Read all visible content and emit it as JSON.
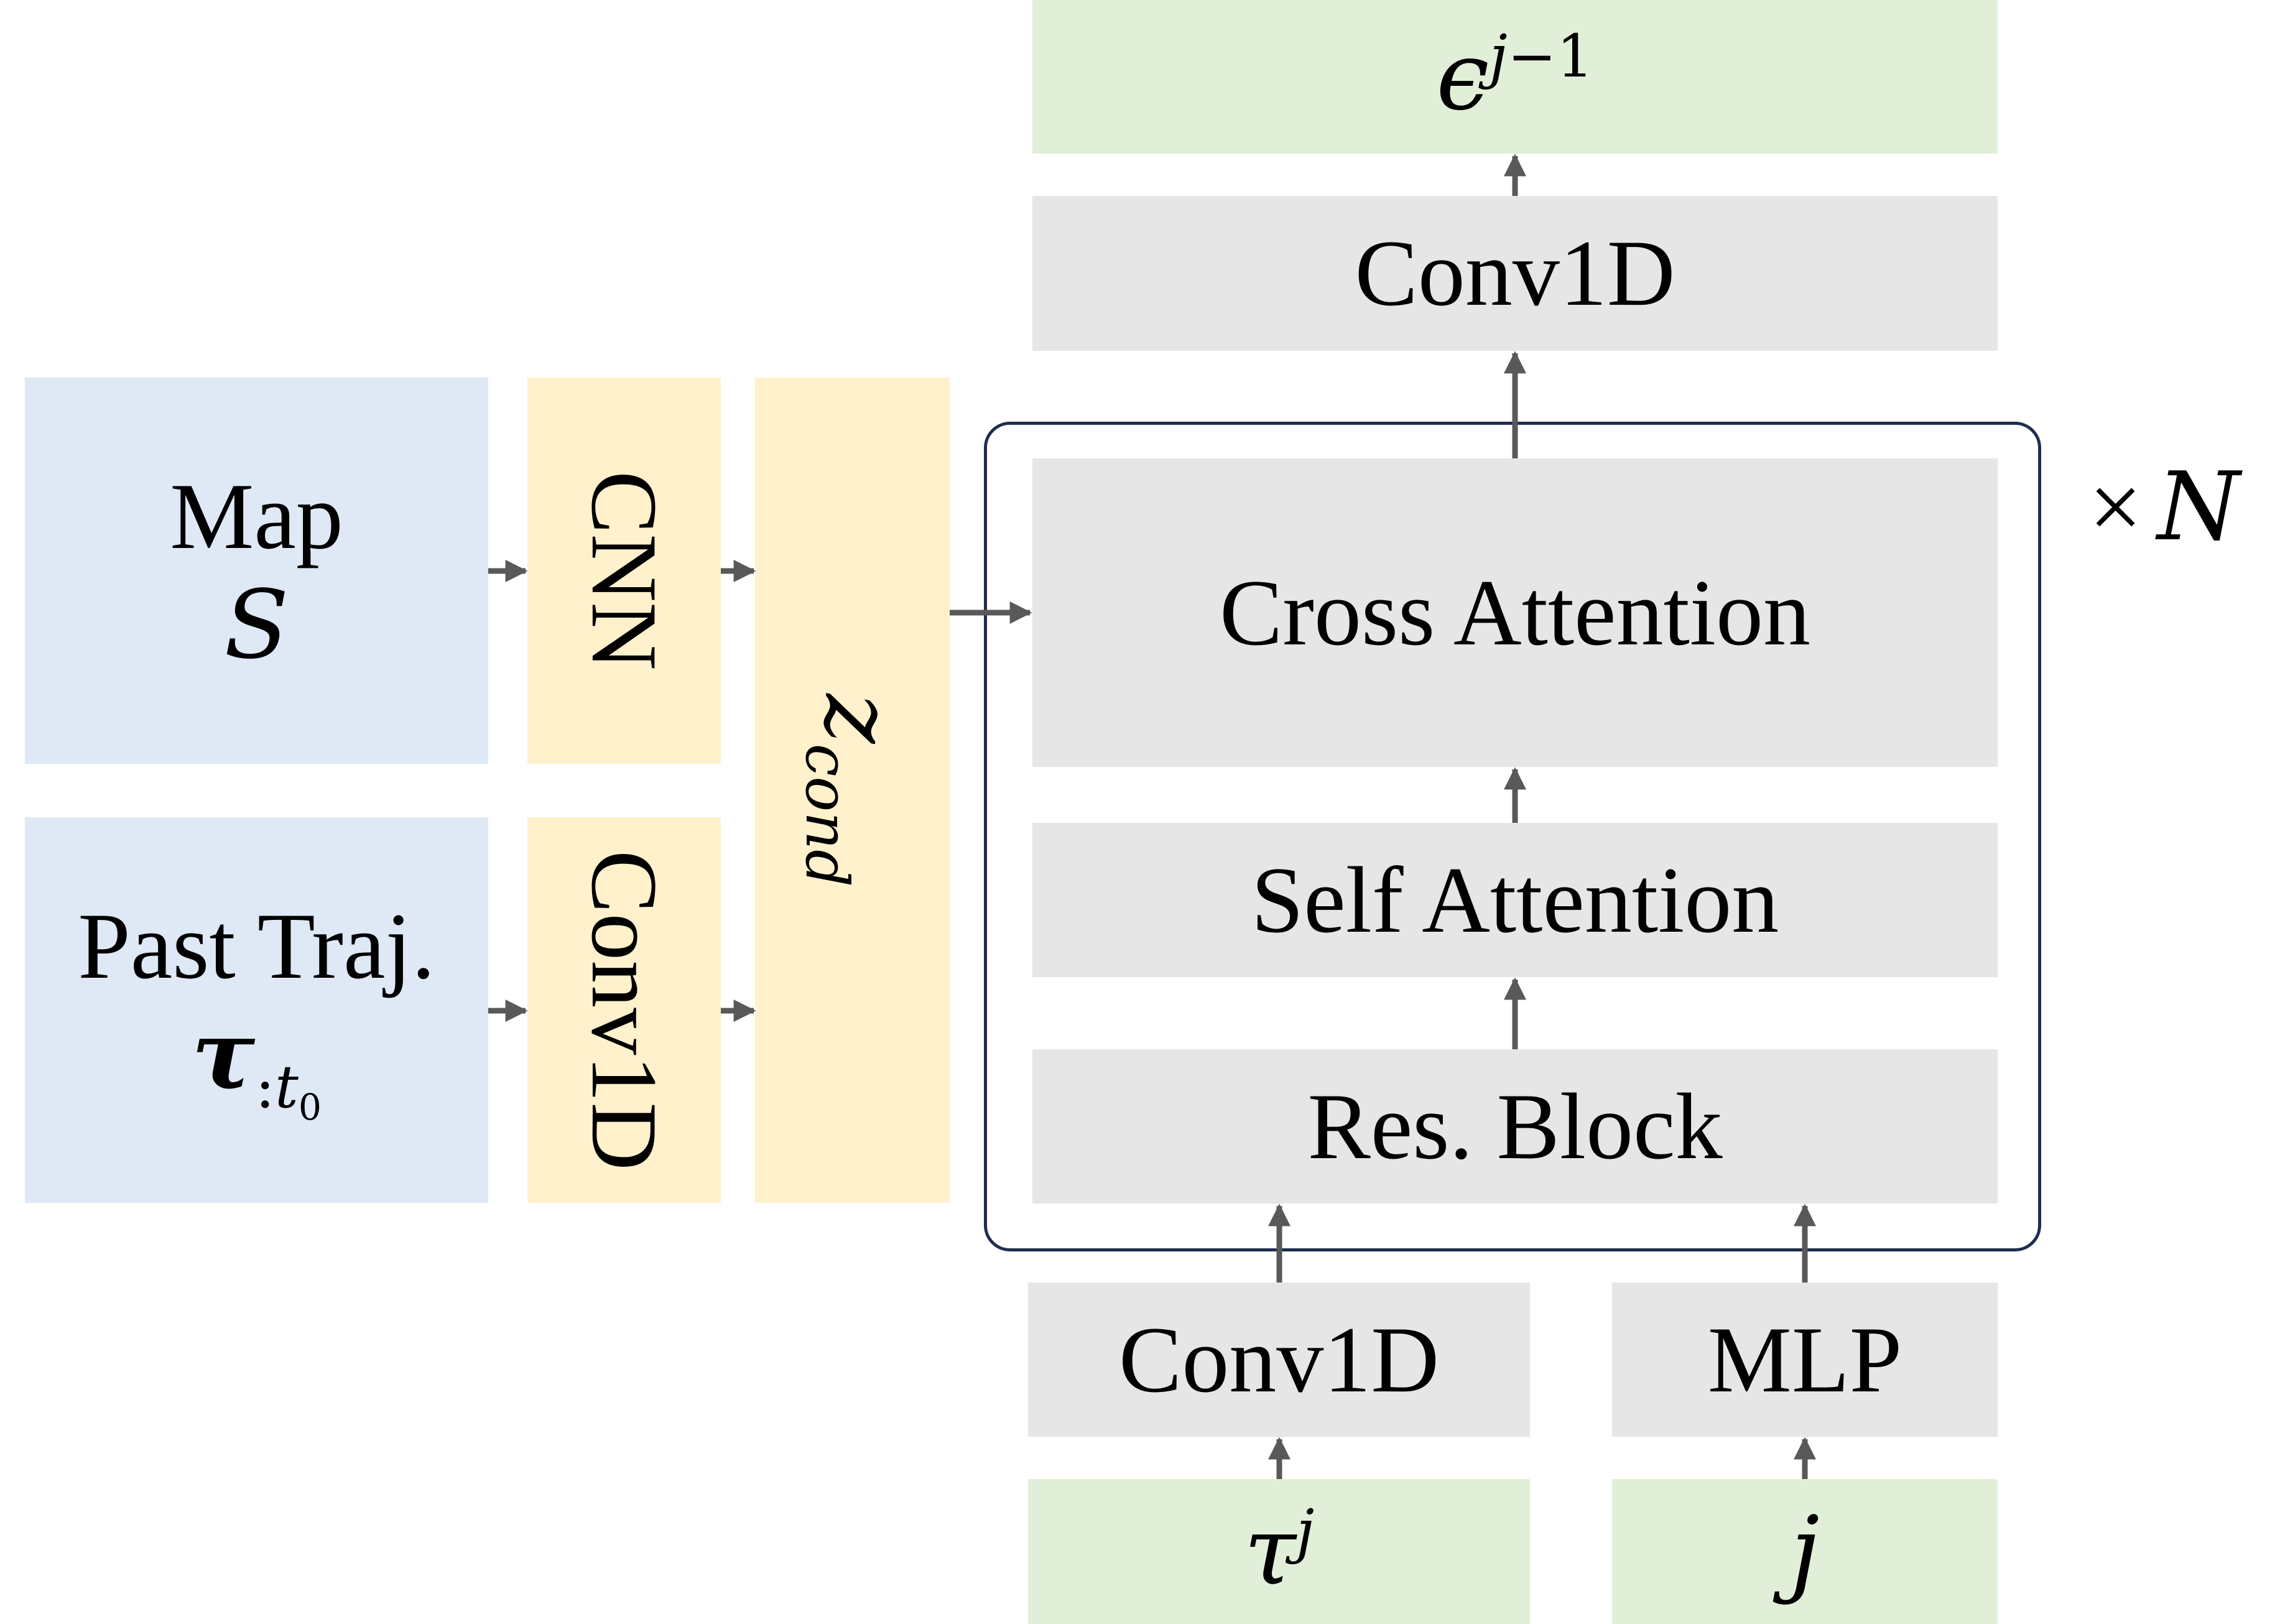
{
  "inputs": {
    "map": {
      "label": "Map",
      "symbol": "S"
    },
    "past_traj": {
      "label": "Past Traj.",
      "symbol": "τ",
      "subscript_colon": ":",
      "subscript_var": "t",
      "subscript_index": "0"
    }
  },
  "encoders": {
    "cnn": "CNN",
    "conv1d": "Conv1D"
  },
  "cond": {
    "symbol": "z",
    "subscript": "cond"
  },
  "stack": {
    "cross_attention": "Cross Attention",
    "self_attention": "Self Attention",
    "res_block": "Res. Block",
    "repeat_times": "×",
    "repeat_symbol": "N"
  },
  "output_conv": "Conv1D",
  "output": {
    "symbol": "ϵ",
    "sup_var": "j",
    "sup_rest": "−1"
  },
  "bottom": {
    "traj_encoder": "Conv1D",
    "step_encoder": "MLP",
    "noisy_traj": {
      "symbol": "τ",
      "sup": "j"
    },
    "step": "j"
  },
  "colors": {
    "input_blue": "#dee9f5",
    "encoder_yellow": "#fff1cc",
    "block_gray": "#e6e6e6",
    "io_green": "#e1efd9",
    "frame_navy": "#1f2d4d",
    "arrow_gray": "#595959"
  }
}
